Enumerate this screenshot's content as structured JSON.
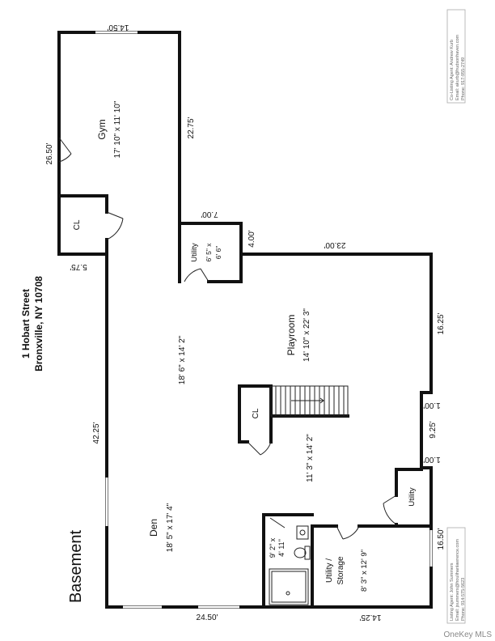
{
  "address": {
    "street": "1 Hobart Street",
    "city": "Bronxville, NY 10708"
  },
  "floor_label": "Basement",
  "footer": "OneKey MLS",
  "rooms": {
    "gym": {
      "name": "Gym",
      "size": "17' 10\" x 11' 10\""
    },
    "cl_top": {
      "name": "CL"
    },
    "utility_top": {
      "name": "Utility",
      "size_a": "6' 5\" x",
      "size_b": "6' 6\""
    },
    "playroom": {
      "name": "Playroom",
      "size": "14' 10\" x 22' 3\""
    },
    "hall": {
      "size": "18' 6\" x 14' 2\""
    },
    "cl_stair": {
      "name": "CL"
    },
    "stair_area": {
      "size": "11' 3\" x 14' 2\""
    },
    "den": {
      "name": "Den",
      "size": "18' 5\" x 17' 4\""
    },
    "bath": {
      "size_a": "9' 2\" x",
      "size_b": "4' 11\""
    },
    "utility_storage": {
      "name_a": "Utility /",
      "name_b": "Storage",
      "size": "8' 3\" x 12' 9\""
    },
    "utility_right": {
      "name": "Utility"
    }
  },
  "dimensions": {
    "top": "14.50'",
    "gym_left": "26.50'",
    "cl_left": "5.75'",
    "gym_right": "22.75'",
    "utility_width": "7.00'",
    "utility_depth": "4.00'",
    "playroom_top": "23.00'",
    "right_upper": "16.25'",
    "right_step1": "1.00'",
    "right_mid": "9.25'",
    "right_step2": "1.00'",
    "right_lower": "16.50'",
    "left_long": "42.25'",
    "bottom_left": "24.50'",
    "bottom_right": "14.25'"
  },
  "agents": {
    "co_listing": [
      "Co-Listing Agent: Andrew Kurb",
      "Email: akurb@hudsonhaven.com",
      "Phone: 917-955-2749"
    ],
    "listing": [
      "Listing Agent: John Summers",
      "Email: jsummers@houlihanlawrence.com",
      "Phone: 914-575-5623"
    ]
  }
}
